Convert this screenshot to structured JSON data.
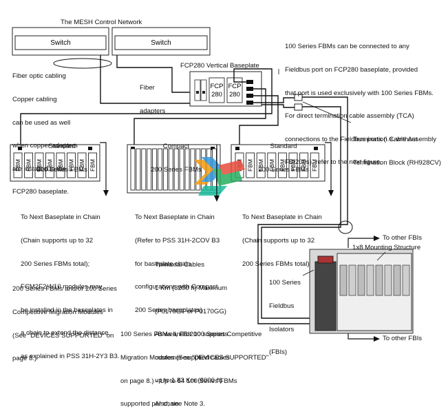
{
  "title": "The MESH Control Network",
  "switches": [
    "Switch",
    "Switch"
  ],
  "fiber_note": [
    "Fiber optic cabling",
    "Copper cabling",
    "can be used as well",
    "when copper adapters",
    "are installed in the",
    "FCP280 baseplate."
  ],
  "fiber_adapters": [
    "Fiber",
    "adapters"
  ],
  "fcp_baseplate_title": "FCP280 Vertical Baseplate",
  "fcp_modules": [
    "FCP",
    "280"
  ],
  "fbm100_note": [
    "100 Series FBMs can be connected to any",
    "Fieldbus port on FCP280 baseplate, provided",
    "that port is used exclusively with 100 Series FBMs.",
    "For direct termination cable assembly (TCA)",
    "connections to the Fieldbus ports (i.e. without",
    "FBI200s), refer to the next figure."
  ],
  "standard_left_title": [
    "Standard",
    "200 Series FBMs"
  ],
  "compact_title": [
    "Compact",
    "200 Series FBMs"
  ],
  "standard_right_title": [
    "Standard",
    "200 Series FBMs"
  ],
  "fbm_slot_label": "FBM",
  "tca_label": [
    "Termination Cable Assembly",
    "Termination Block (RH928CV)"
  ],
  "left_chain_note": [
    "To Next Baseplate in Chain",
    "(Chain supports up to 32",
    "200 Series FBMs total);",
    "FCM2F2/4/10 modules may",
    "be installed in the baseplates in",
    "a chain to extend the distance",
    "as explained in PSS 31H-2Y3 B3."
  ],
  "compact_chain_note": [
    "To Next Baseplate in Chain",
    "(Refer to PSS 31H-2COV B3",
    "for baseplate chain",
    "configurations with Compact",
    "200 Series baseplates)"
  ],
  "right_chain_note": [
    "To Next Baseplate in Chain",
    "(Chain supports up to 32",
    "200 Series FBMs total)"
  ],
  "twinaxial_note": [
    "Twinaxial Cables",
    "1 Km (3200 ft) Maximum",
    "(P0170GF or P0170GG)",
    "As well, FBI200 supports",
    "customer-supplied cables",
    "up to 1.83 Km (6000 ft)",
    "Also, see Note 3."
  ],
  "to_other_fbis": "To other FBIs",
  "mounting_structure": "1x8 Mounting Structure",
  "fieldbus_isolators": [
    "100 Series",
    "Fieldbus",
    "Isolators",
    "(FBIs)"
  ],
  "competitive_note": [
    "200 Series FBMs and/or 200 Series",
    "Competitive Migration Modules",
    "(See \"DEVICES SUPPORTED\" on",
    "page 8.)"
  ],
  "fbm100_bottom_note": [
    "100 Series FBMs and/or 100 Series Competitive",
    "Migration Modules (See \"DEVICES SUPPORTED\"",
    "on page 8.) - Up to 64 100 Series FBMs",
    "supported per chain"
  ]
}
